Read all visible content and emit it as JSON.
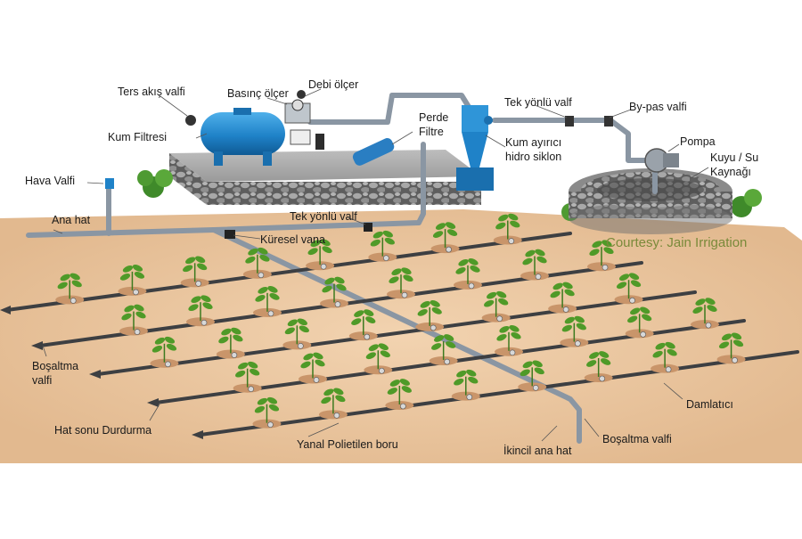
{
  "labels": {
    "ters_akis_valfi": "Ters akış valfi",
    "basinc_olcer": "Basınç ölçer",
    "debi_olcer": "Debi ölçer",
    "tek_yonlu_valf_top": "Tek yönlü valf",
    "by_pas_valfi": "By-pas valfi",
    "kum_filtresi": "Kum Filtresi",
    "perde_line1": "Perde",
    "perde_line2": "Filtre",
    "kum_ayirici_line1": "Kum ayırıcı",
    "kum_ayirici_line2": "hidro siklon",
    "pompa": "Pompa",
    "kuyu_line1": "Kuyu / Su",
    "kuyu_line2": "Kaynağı",
    "hava_valfi": "Hava Valfi",
    "ana_hat": "Ana hat",
    "tek_yonlu_valf_mid": "Tek yönlü valf",
    "kuresel_vana": "Küresel vana",
    "bosaltma_line1": "Boşaltma",
    "bosaltma_line2": "valfi",
    "hat_sonu": "Hat sonu Durdurma",
    "yanal_boru": "Yanal Polietilen boru",
    "ikincil_ana_hat": "İkincil ana hat",
    "bosaltma_valfi_right": "Boşaltma valfi",
    "damlatici": "Damlatıcı"
  },
  "courtesy": "Courtesy: Jain Irrigation",
  "colors": {
    "soil": "#e9c7a0",
    "pipe": "#8a96a3",
    "lateral": "#3d3f42",
    "tank": "#1f82c8",
    "plant": "#4f9a28",
    "stone": "#7d7d7d"
  }
}
